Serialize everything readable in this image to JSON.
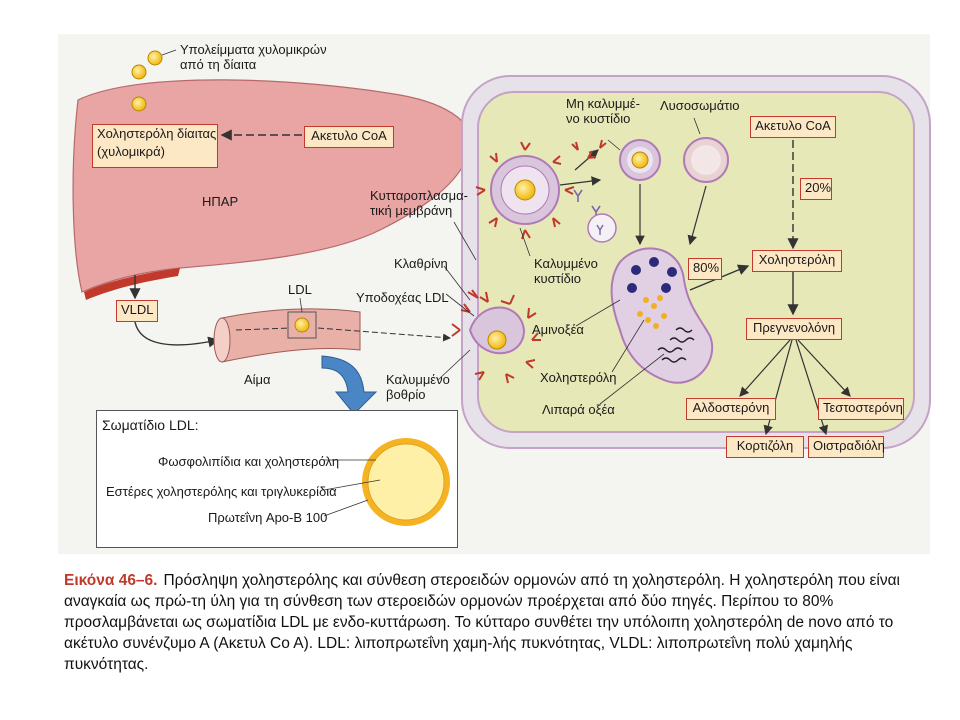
{
  "labels": {
    "chylomicron_remnants": "Υπολείμματα χυλομικρών\nαπό τη δίαιτα",
    "dietary_cholesterol": "Χοληστερόλη δίαιτας\n(χυλομικρά)",
    "acetyl_coa_liver": "Ακετυλο CoA",
    "liver": "ΗΠΑΡ",
    "vldl": "VLDL",
    "plasma_membrane": "Κυτταροπλασμα-\nτική μεμβράνη",
    "clathrin": "Κλαθρίνη",
    "ldl_receptor": "Υποδοχέας LDL",
    "ldl": "LDL",
    "blood": "Αίμα",
    "coated_pit": "Καλυμμένο\nβοθρίο",
    "uncoated_vesicle": "Μη καλυμμέ-\nνο κυστίδιο",
    "lysosome": "Λυσοσωμάτιο",
    "coated_vesicle": "Καλυμμένο\nκυστίδιο",
    "amino_acids": "Αμινοξέα",
    "cholesterol_lyso": "Χοληστερόλη",
    "fatty_acids": "Λιπαρά οξέα",
    "acetyl_coa_cell": "Ακετυλο CoA",
    "pct_20": "20%",
    "pct_80": "80%",
    "cholesterol": "Χοληστερόλη",
    "pregnenolone": "Πρεγνενολόνη",
    "aldosterone": "Αλδοστερόνη",
    "testosterone": "Τεστοστερόνη",
    "cortisol": "Κορτιζόλη",
    "estradiol": "Οιστραδιόλη"
  },
  "ldl_particle": {
    "title": "Σωματίδιο LDL:",
    "phospholipids": "Φωσφολιπίδια και χοληστερόλη",
    "esters": "Εστέρες χοληστερόλης και τριγλυκερίδια",
    "protein": "Πρωτεΐνη Apo-B 100"
  },
  "caption": {
    "figure": "Εικόνα 46–6.",
    "text": "Πρόσληψη χοληστερόλης και σύνθεση στεροειδών ορμονών από τη χοληστερόλη. Η χοληστερόλη που είναι αναγκαία ως πρώ-τη ύλη για τη σύνθεση των στεροειδών ορμονών προέρχεται από δύο πηγές. Περίπου το 80% προσλαμβάνεται ως σωματίδια LDL με ενδο-κυττάρωση. Το κύτταρο συνθέτει την υπόλοιπη χοληστερόλη de novo από το ακέτυλο συνένζυμο Α (Ακετυλ Co A). LDL: λιποπρωτεΐνη χαμη-λής πυκνότητας, VLDL: λιποπρωτεΐνη πολύ χαμηλής πυκνότητας."
  },
  "colors": {
    "liver": "#e9a4a4",
    "cell_fill": "#e6e8b8",
    "cell_border": "#c4a3c6",
    "box_fill": "#fde8c6",
    "box_border": "#c23a2b",
    "particle_yellow": "#f2c21b",
    "arrow": "#333333"
  }
}
